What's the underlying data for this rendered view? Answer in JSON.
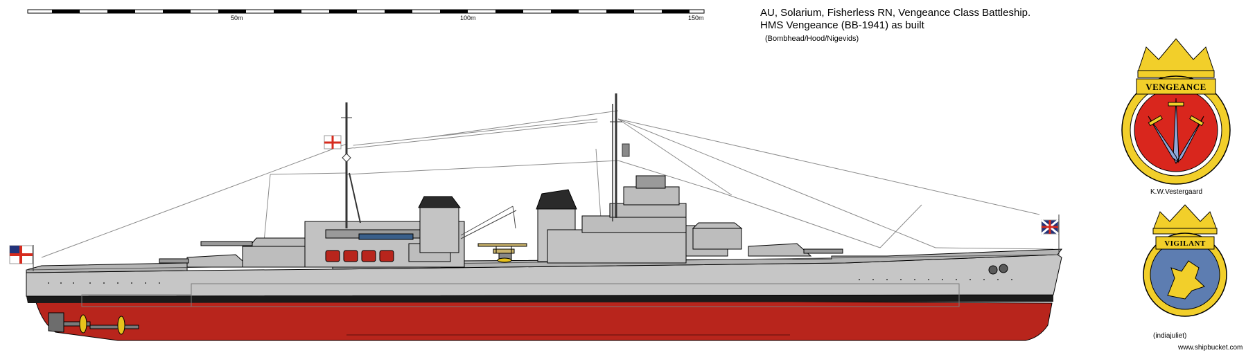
{
  "scale": {
    "ticks": [
      "50m",
      "100m",
      "150m"
    ]
  },
  "title": {
    "line1": "AU, Solarium, Fisherless RN, Vengeance Class Battleship.",
    "line2": "HMS Vengeance (BB-1941) as built",
    "line3": "(Bombhead/Hood/Nigevids)"
  },
  "badges": [
    {
      "name": "VENGEANCE",
      "credit": "K.W.Vestergaard"
    },
    {
      "name": "VIGILANT",
      "credit": "(indiajuliet)"
    }
  ],
  "watermark": "www.shipbucket.com",
  "colors": {
    "hull_grey": "#c6c6c6",
    "hull_red": "#b8251c",
    "superstructure_grey": "#bdbdbd",
    "deck_dark": "#6d6d6d",
    "badge_gold": "#f2cf2a",
    "badge_red": "#d9261d",
    "badge_blue": "#5d7db1"
  }
}
